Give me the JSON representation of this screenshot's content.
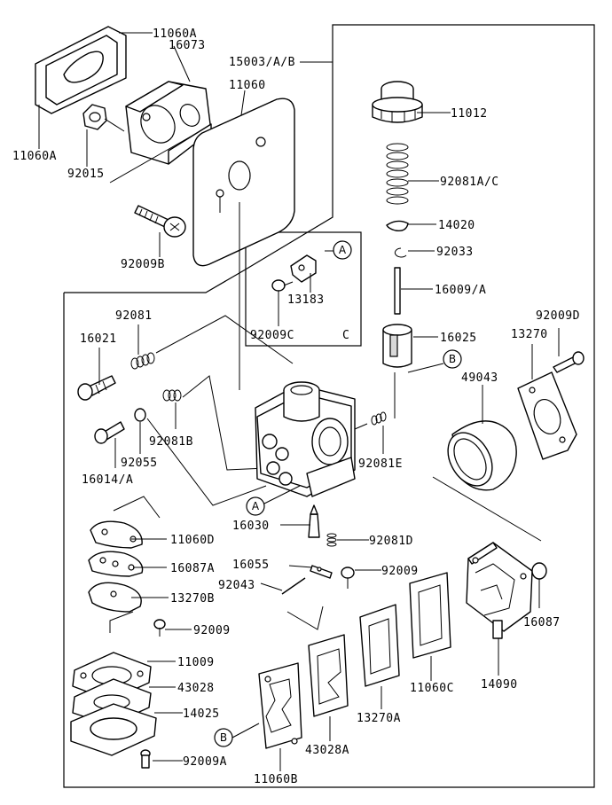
{
  "parts": {
    "p11060A_top": "11060A",
    "p16073": "16073",
    "p15003": "15003/A/B",
    "p11060": "11060",
    "p11060A_left": "11060A",
    "p92015": "92015",
    "p11012": "11012",
    "p92081AC": "92081A/C",
    "p14020": "14020",
    "p92033": "92033",
    "p16009": "16009/A",
    "p16025": "16025",
    "p92009B": "92009B",
    "p13183": "13183",
    "p92009C": "92009C",
    "pC": "C",
    "p92081": "92081",
    "p16021": "16021",
    "p92081B": "92081B",
    "p92055": "92055",
    "p16014": "16014/A",
    "p92081E": "92081E",
    "p92009D": "92009D",
    "p13270": "13270",
    "p49043": "49043",
    "p16030": "16030",
    "p92081D": "92081D",
    "p11060D": "11060D",
    "p16087A": "16087A",
    "p16055": "16055",
    "p92009_mid": "92009",
    "p92043": "92043",
    "p13270B": "13270B",
    "p92009_left": "92009",
    "p16087": "16087",
    "p11009": "11009",
    "p43028": "43028",
    "p14025": "14025",
    "p92009A": "92009A",
    "p14090": "14090",
    "p11060C": "11060C",
    "p13270A": "13270A",
    "p43028A": "43028A",
    "p11060B": "11060B"
  },
  "callouts": {
    "A": "A",
    "B": "B"
  }
}
